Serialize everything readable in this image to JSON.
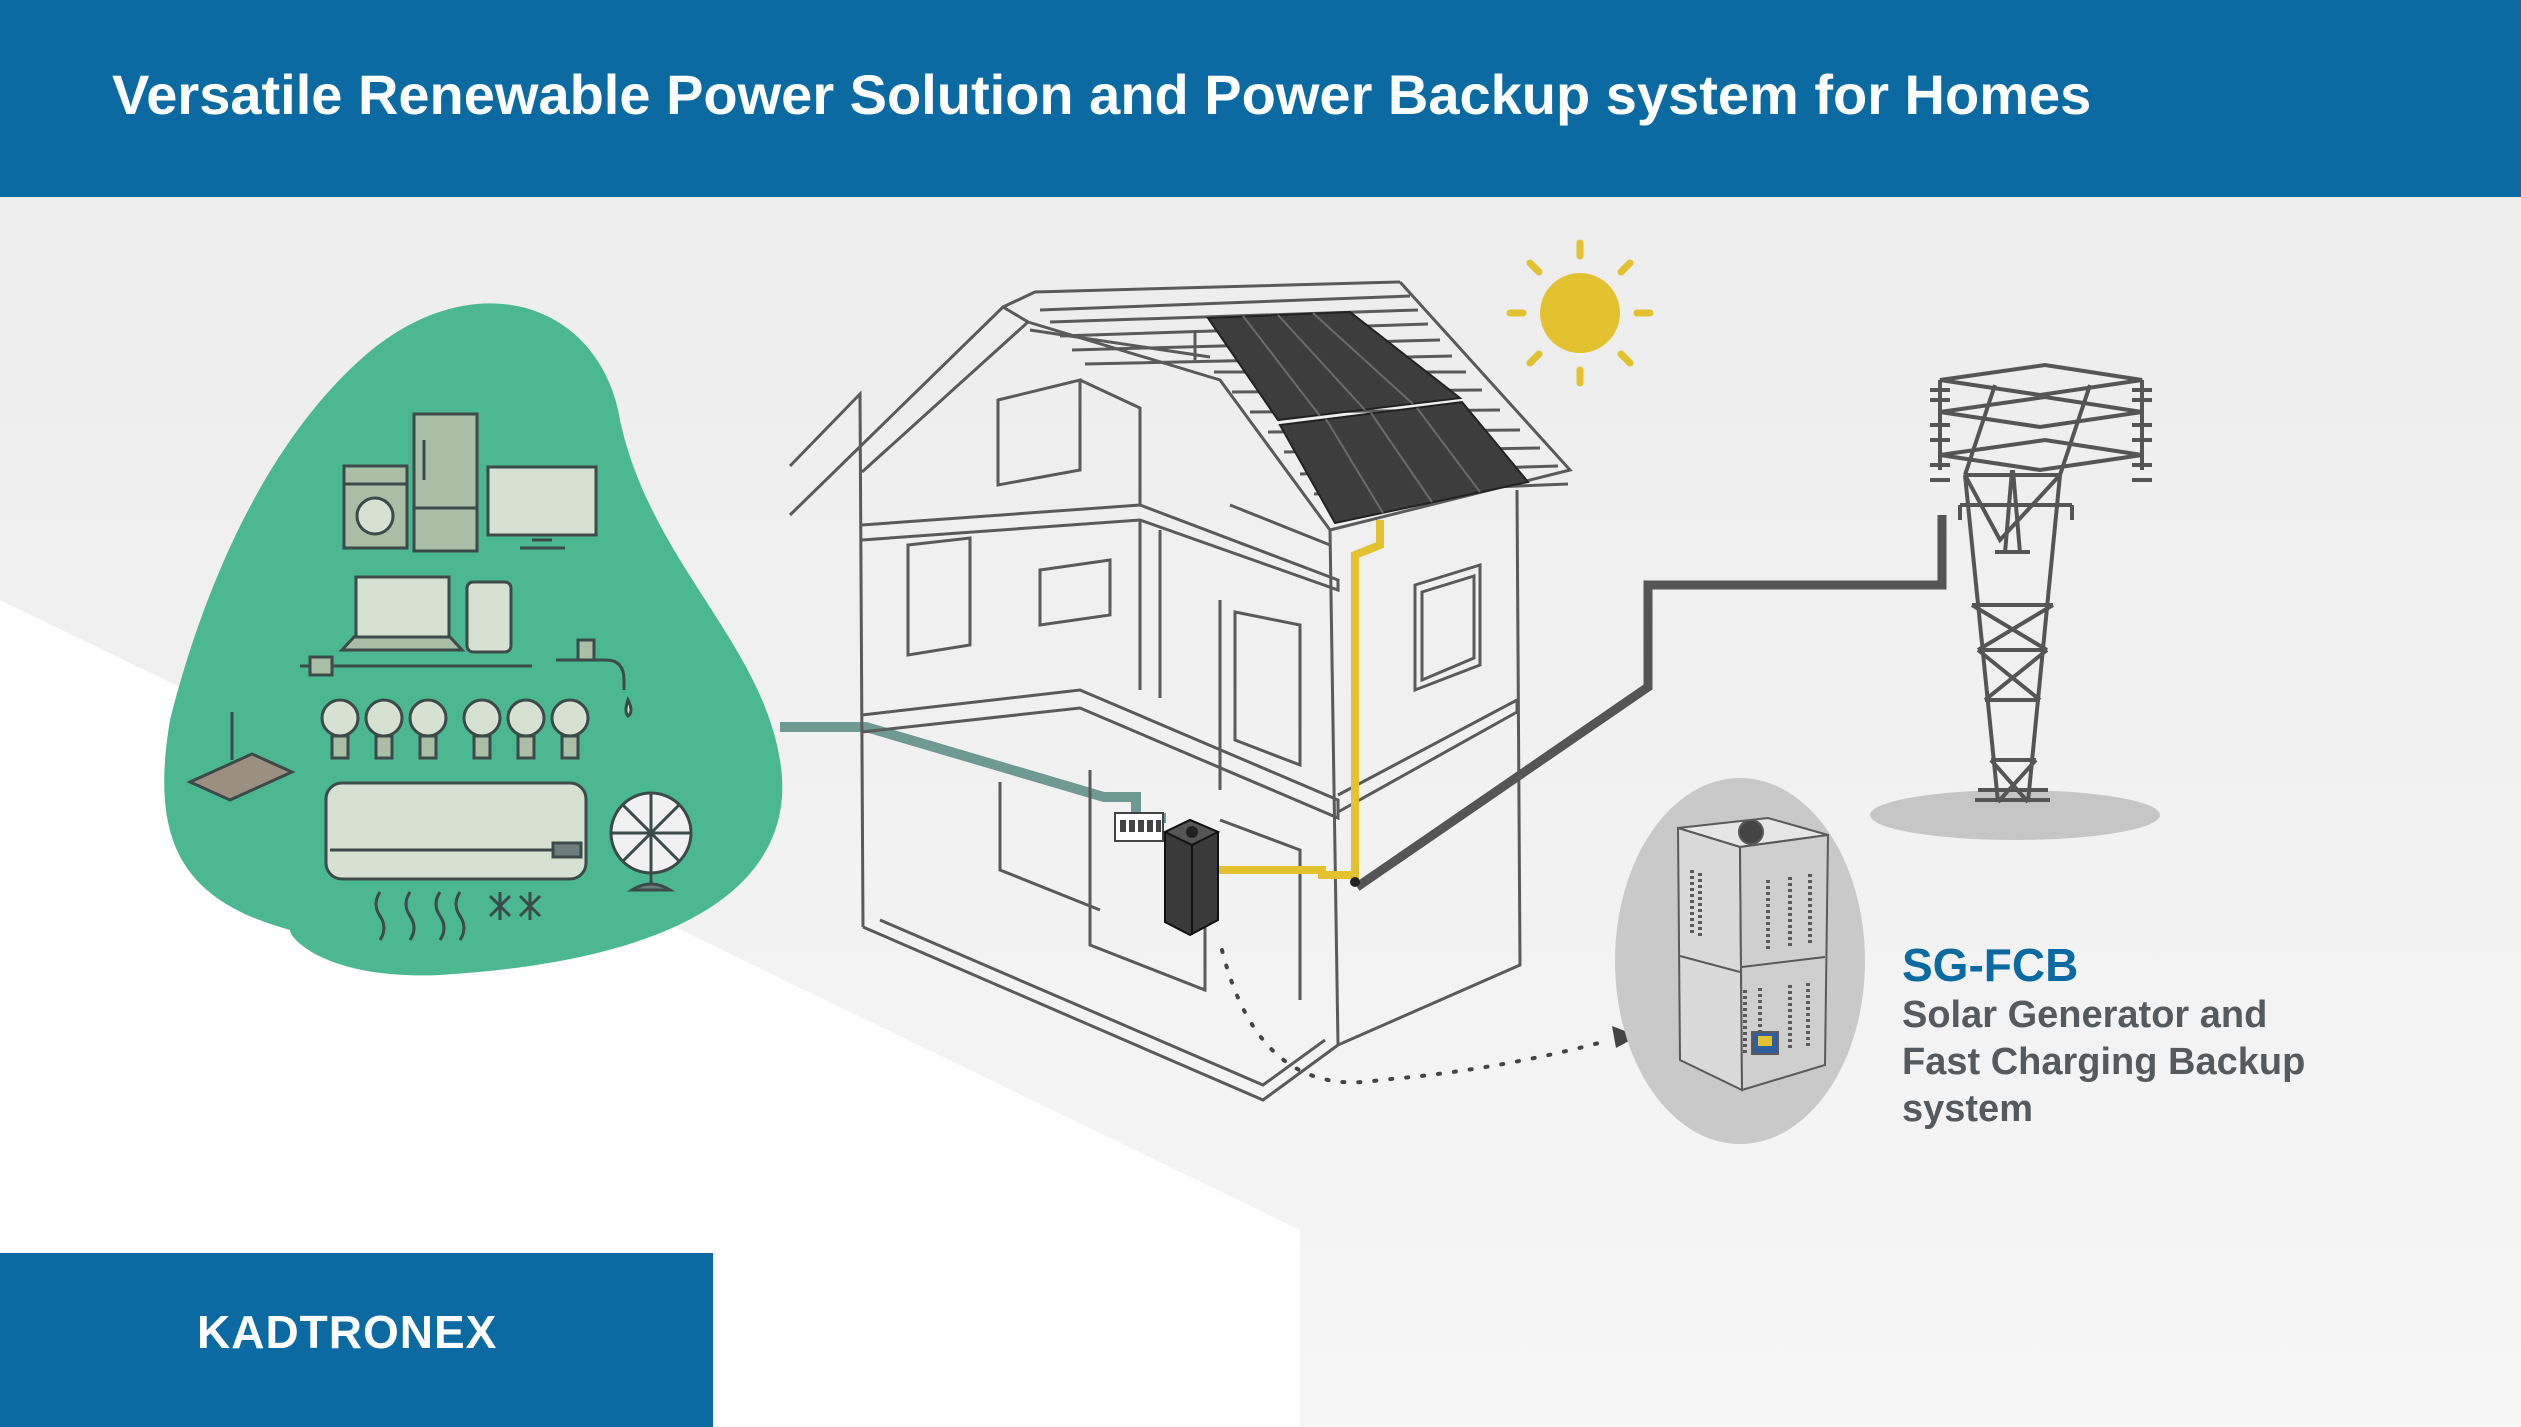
{
  "header": {
    "title": "Versatile Renewable Power Solution and Power Backup system for Homes"
  },
  "product": {
    "code": "SG-FCB",
    "description": "Solar Generator and\nFast Charging Backup\nsystem"
  },
  "brand": {
    "name": "KADTRONEX"
  },
  "colors": {
    "header_blue": "#0b6aa2",
    "appliance_green": "#4cb891",
    "solar_line": "#e3c12f",
    "grid_line": "#555555",
    "load_line": "#6f9993"
  },
  "icons": [
    "sun-icon",
    "solar-panel-icon",
    "power-tower-icon",
    "house-icon",
    "refrigerator-icon",
    "washing-machine-icon",
    "tv-icon",
    "laptop-icon",
    "smartphone-icon",
    "water-tap-icon",
    "light-bulb-icon",
    "router-icon",
    "air-conditioner-icon",
    "fan-icon",
    "backup-unit-icon"
  ]
}
